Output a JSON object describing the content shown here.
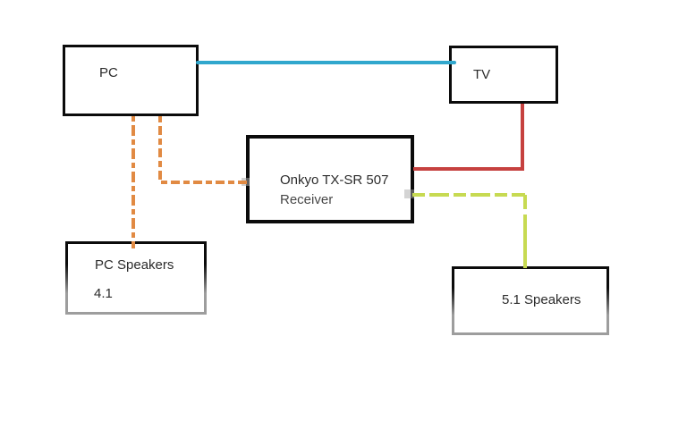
{
  "nodes": {
    "pc": {
      "label": "PC"
    },
    "tv": {
      "label": "TV"
    },
    "receiver": {
      "line1": "Onkyo TX-SR 507",
      "line2": "Receiver"
    },
    "pc_speakers": {
      "label": "PC Speakers",
      "sublabel": "4.1"
    },
    "speakers_51": {
      "label": "5.1 Speakers"
    }
  },
  "connections": {
    "pc_tv": {
      "color": "#31a7cd",
      "style": "solid"
    },
    "tv_receiver": {
      "color": "#c6413f",
      "style": "solid"
    },
    "pc_receiver": {
      "color": "#e18a43",
      "style": "dashed"
    },
    "pc_pc_speakers": {
      "color": "#e18a43",
      "style": "dashed"
    },
    "receiver_speakers_51": {
      "color": "#c7da52",
      "style": "dashed"
    }
  },
  "colors": {
    "box_border": "#0b0b0b",
    "faded_border": "#9d9d9d",
    "muted_text": "#a9a9a9",
    "artifact_gray": "#aaaaaa",
    "background": "#ffffff"
  }
}
